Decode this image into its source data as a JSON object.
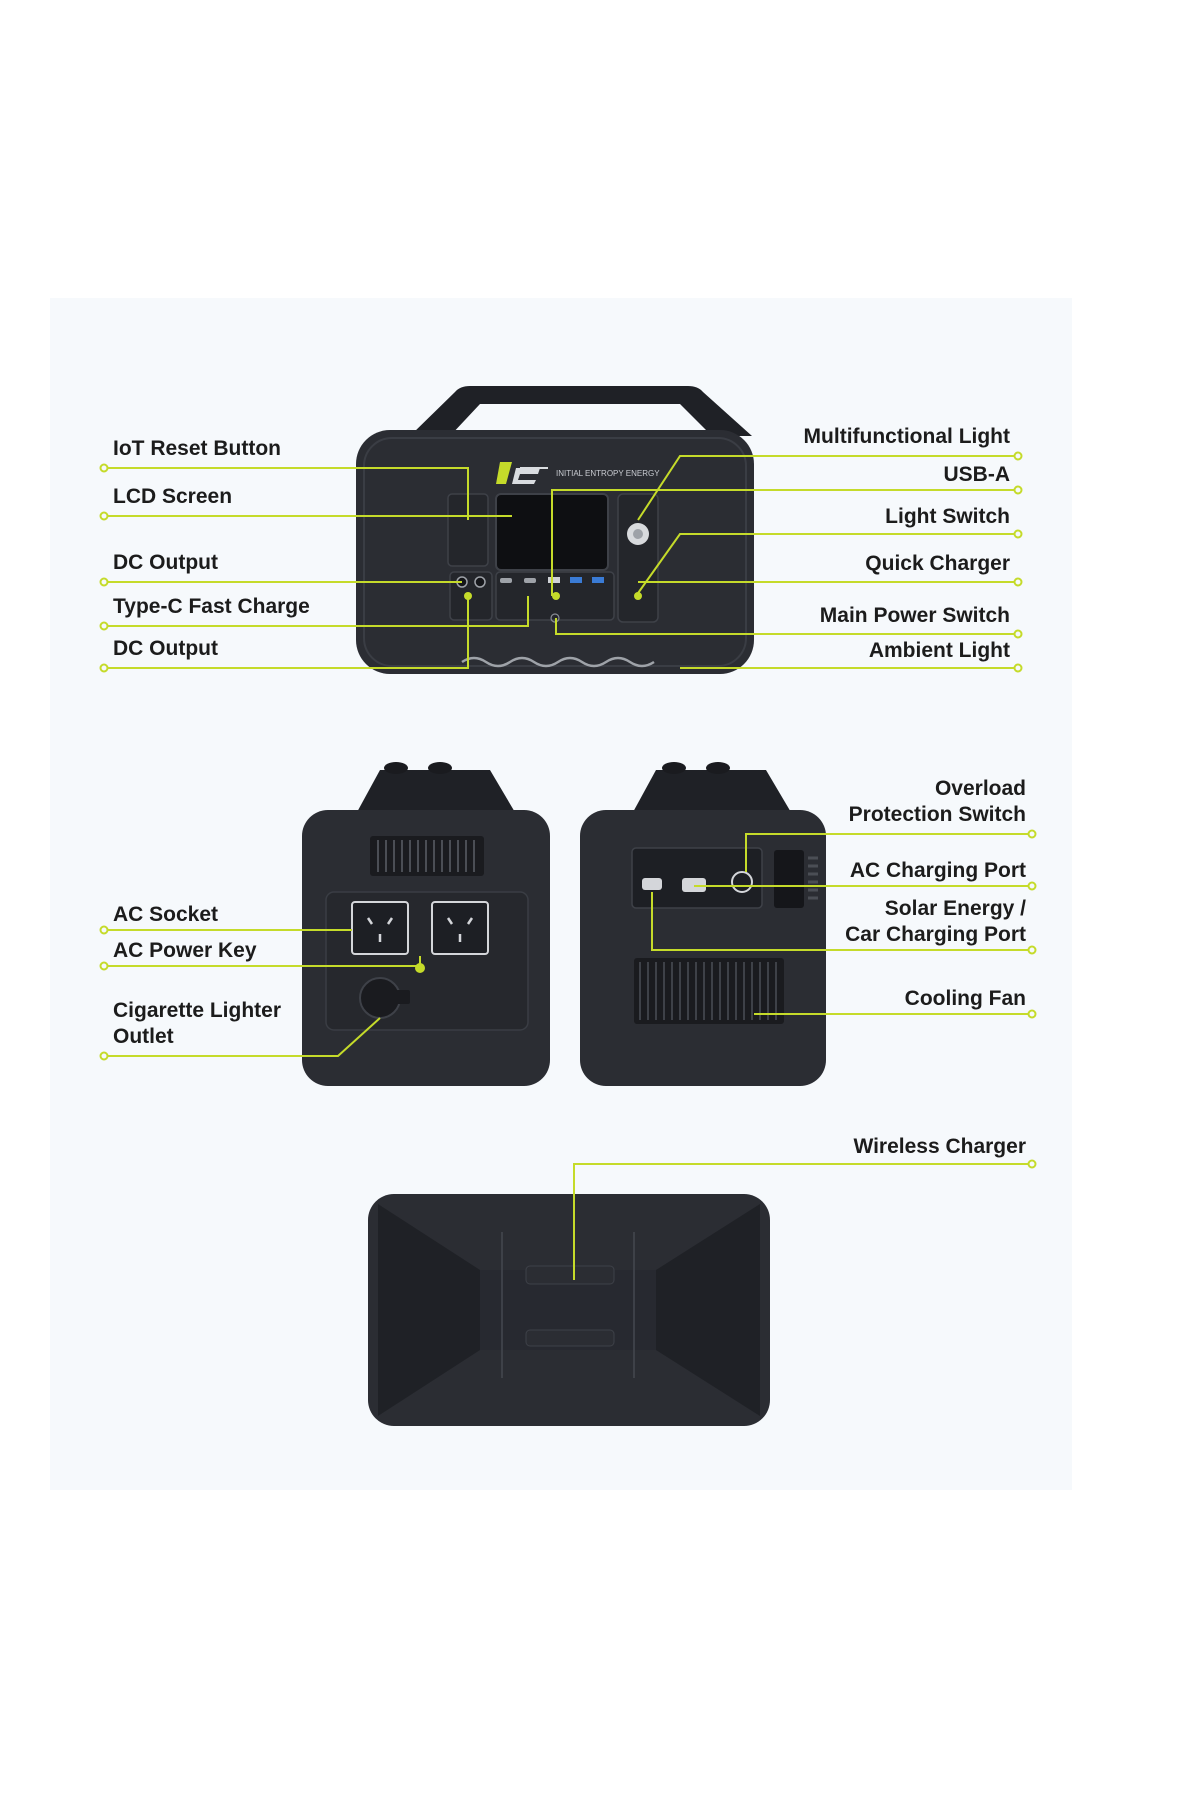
{
  "colors": {
    "accent": "#c5db2a",
    "device_body": "#2b2d33",
    "device_dark": "#1d1f24",
    "usb_blue": "#3a7bd5",
    "background_panel": "#f6f9fc"
  },
  "brand": {
    "logo_text": "INITIAL ENTROPY ENERGY",
    "logo_icon": "iee-logo"
  },
  "front_view": {
    "labels_left": [
      "IoT Reset Button",
      "LCD Screen",
      "DC Output",
      "Type-C Fast Charge",
      "DC Output"
    ],
    "labels_right": [
      "Multifunctional Light",
      "USB-A",
      "Light Switch",
      "Quick Charger",
      "Main Power Switch",
      "Ambient Light"
    ]
  },
  "side_view_left": {
    "labels": [
      "AC Socket",
      "AC Power Key",
      "Cigarette Lighter\nOutlet"
    ]
  },
  "side_view_right": {
    "labels": [
      "Overload\nProtection Switch",
      "AC Charging Port",
      "Solar Energy /\nCar Charging Port",
      "Cooling Fan"
    ]
  },
  "top_view": {
    "labels": [
      "Wireless Charger"
    ]
  }
}
